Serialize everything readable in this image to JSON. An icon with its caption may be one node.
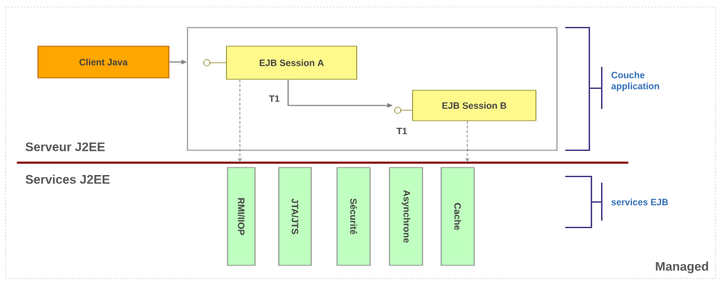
{
  "diagram": {
    "nodes": [
      {
        "text": [],
        "shape": "box"
      },
      {
        "text": [
          "Client Java"
        ]
      },
      {
        "text": [
          "EJB Session A"
        ],
        "in": 0
      },
      {
        "text": [
          "EJB Session B"
        ],
        "in": 0
      },
      {
        "text": [],
        "shape": "bar"
      },
      {
        "text": [
          "RMI/IIOP"
        ]
      },
      {
        "text": [
          "JTA/JTS"
        ]
      },
      {
        "text": [
          "Sécurité"
        ]
      },
      {
        "text": [
          "Asynchrone"
        ]
      },
      {
        "text": [
          "Cache"
        ]
      }
    ],
    "edges": [
      {
        "from": 1,
        "to": 0,
        "arrow": "to"
      },
      {
        "from": 2,
        "to": 3,
        "arrow": "to"
      },
      {
        "from": 2,
        "to": 4,
        "arrow": "to",
        "style": "dashed"
      },
      {
        "from": 3,
        "to": 4,
        "arrow": "to",
        "style": "dashed"
      }
    ],
    "labels": [
      "T1",
      "T1",
      "Couche application",
      "Serveur J2EE",
      "Services J2EE",
      "services EJB",
      "Managed"
    ]
  }
}
